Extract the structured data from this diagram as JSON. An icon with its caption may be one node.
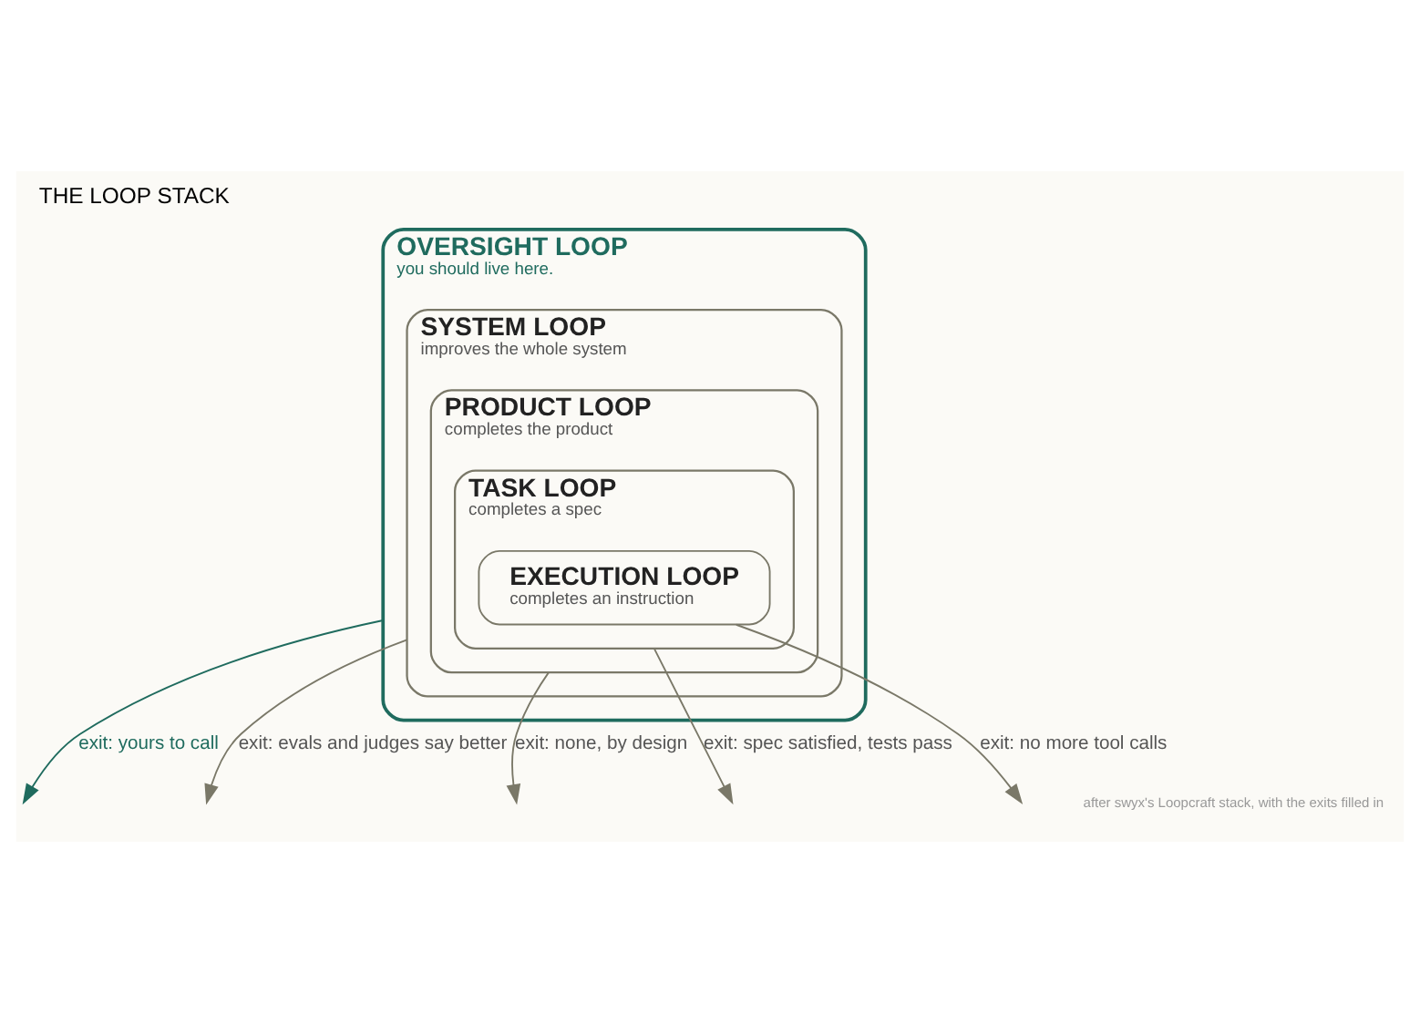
{
  "diagram": {
    "title": "THE LOOP STACK",
    "caption": "after swyx's Loopcraft stack, with the exits filled in",
    "nodes": [
      {
        "text": [
          "OVERSIGHT LOOP",
          "you should live here."
        ]
      },
      {
        "text": [
          "SYSTEM LOOP",
          "improves the whole system"
        ],
        "in": 0
      },
      {
        "text": [
          "PRODUCT LOOP",
          "completes the product"
        ],
        "in": 1
      },
      {
        "text": [
          "TASK LOOP",
          "completes a spec"
        ],
        "in": 2
      },
      {
        "text": [
          "EXECUTION LOOP",
          "completes an instruction"
        ],
        "in": 3
      }
    ],
    "edges": [
      {
        "from": 0,
        "to": null,
        "arrow": "to",
        "label": "exit: yours to call",
        "color": "#1f6b5e"
      },
      {
        "from": 1,
        "to": null,
        "arrow": "to",
        "label": "exit: evals and judges say better"
      },
      {
        "from": 2,
        "to": null,
        "arrow": "to",
        "label": "exit: none, by design"
      },
      {
        "from": 3,
        "to": null,
        "arrow": "to",
        "label": "exit: spec satisfied, tests pass"
      },
      {
        "from": 4,
        "to": null,
        "arrow": "to",
        "label": "exit: no more tool calls"
      }
    ]
  }
}
